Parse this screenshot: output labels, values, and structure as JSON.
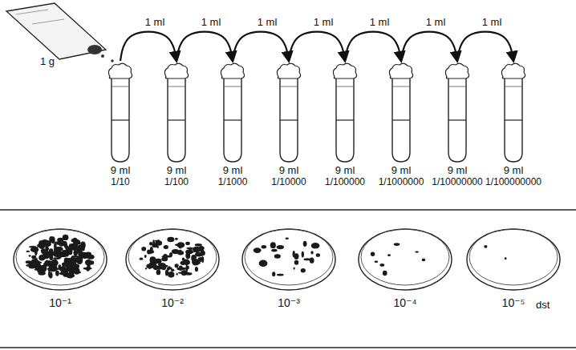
{
  "diagram": {
    "nodes": [
      {
        "text": [
          "9 ml",
          "1/10"
        ]
      },
      {
        "text": [
          "9 ml",
          "1/100"
        ]
      },
      {
        "text": [
          "9 ml",
          "1/1000"
        ]
      },
      {
        "text": [
          "9 ml",
          "1/10000"
        ]
      },
      {
        "text": [
          "9 ml",
          "1/100000"
        ]
      },
      {
        "text": [
          "9 ml",
          "1/1000000"
        ]
      },
      {
        "text": [
          "9 ml",
          "1/10000000"
        ]
      },
      {
        "text": [
          "9 ml",
          "1/100000000"
        ]
      },
      {
        "text": [
          "10⁻¹"
        ]
      },
      {
        "text": [
          "10⁻²"
        ]
      },
      {
        "text": [
          "10⁻³"
        ]
      },
      {
        "text": [
          "10⁻⁴"
        ]
      },
      {
        "text": [
          "10⁻⁵"
        ]
      }
    ],
    "edges": [
      {
        "from": 0,
        "to": 1,
        "label": "1 ml",
        "arrow": "to"
      },
      {
        "from": 1,
        "to": 2,
        "label": "1 ml",
        "arrow": "to"
      },
      {
        "from": 2,
        "to": 3,
        "label": "1 ml",
        "arrow": "to"
      },
      {
        "from": 3,
        "to": 4,
        "label": "1 ml",
        "arrow": "to"
      },
      {
        "from": 4,
        "to": 5,
        "label": "1 ml",
        "arrow": "to"
      },
      {
        "from": 5,
        "to": 6,
        "label": "1 ml",
        "arrow": "to"
      },
      {
        "from": 6,
        "to": 7,
        "label": "1 ml",
        "arrow": "to"
      }
    ],
    "labels": [
      "1 g",
      "dst"
    ]
  }
}
